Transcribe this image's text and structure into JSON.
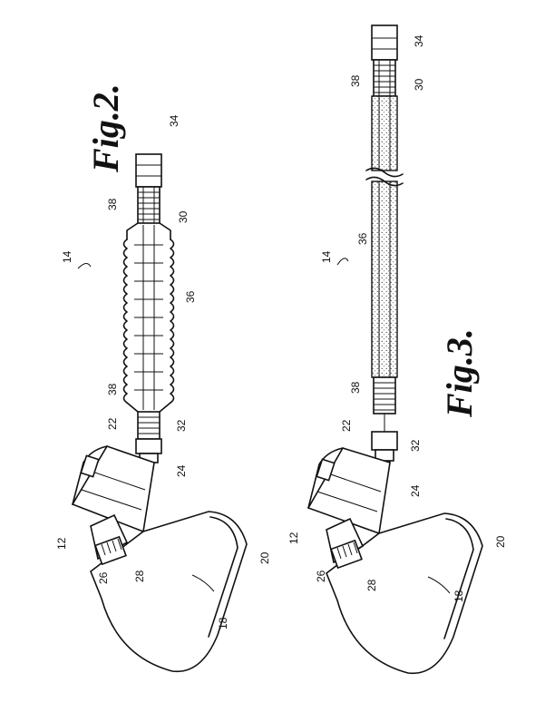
{
  "figures": [
    {
      "caption": "Fig.2.",
      "refs": {
        "r14": "14",
        "r34": "34",
        "r38a": "38",
        "r30": "30",
        "r36": "36",
        "r38b": "38",
        "r32": "32",
        "r22": "22",
        "r24": "24",
        "r12": "12",
        "r26": "26",
        "r28": "28",
        "r20": "20",
        "r18": "18"
      }
    },
    {
      "caption": "Fig.3.",
      "refs": {
        "r34": "34",
        "r38a": "38",
        "r30": "30",
        "r14": "14",
        "r36": "36",
        "r38b": "38",
        "r32": "32",
        "r22": "22",
        "r24": "24",
        "r12": "12",
        "r26": "26",
        "r28": "28",
        "r20": "20",
        "r18": "18"
      }
    }
  ]
}
